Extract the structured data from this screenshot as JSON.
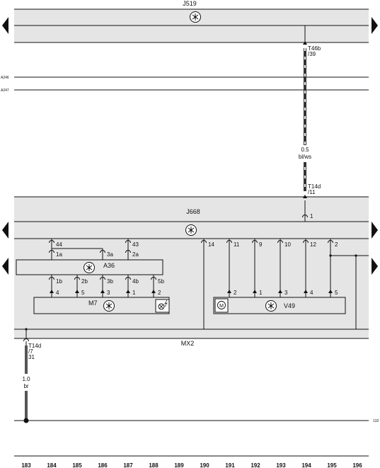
{
  "components": {
    "j519": "J519",
    "j668": "J668",
    "mx2": "MX2",
    "a36": "A36",
    "m7": "M7",
    "v49": "V49",
    "motor_symbol": "M"
  },
  "side_labels": {
    "a246": "A246",
    "a247": "A247",
    "ground_ref": "132"
  },
  "connector_t46b": {
    "name": "T46b",
    "pin": "/39"
  },
  "wire_upper": {
    "gauge": "0.5",
    "color": "bl/ws"
  },
  "connector_t14d_top": {
    "name": "T14d",
    "pin": "/11"
  },
  "j668_pin": "1",
  "a36_top_pins": [
    "44",
    "43"
  ],
  "a36_in_pins": [
    "1a",
    "3a",
    "2a"
  ],
  "a36_out_pins": [
    "1b",
    "2b",
    "3b",
    "4b",
    "5b"
  ],
  "m7_pins": [
    "4",
    "5",
    "3",
    "1",
    "2"
  ],
  "j668_right_pins": [
    "14",
    "11",
    "9",
    "10",
    "12",
    "2"
  ],
  "v49_pins": [
    "2",
    "1",
    "3",
    "4",
    "5"
  ],
  "connector_t14d_bottom": {
    "name": "T14d",
    "pin": "/7",
    "extra": "31"
  },
  "wire_lower": {
    "gauge": "1.0",
    "color": "br"
  },
  "columns": [
    "183",
    "184",
    "185",
    "186",
    "187",
    "188",
    "189",
    "190",
    "191",
    "192",
    "193",
    "194",
    "195",
    "196"
  ]
}
